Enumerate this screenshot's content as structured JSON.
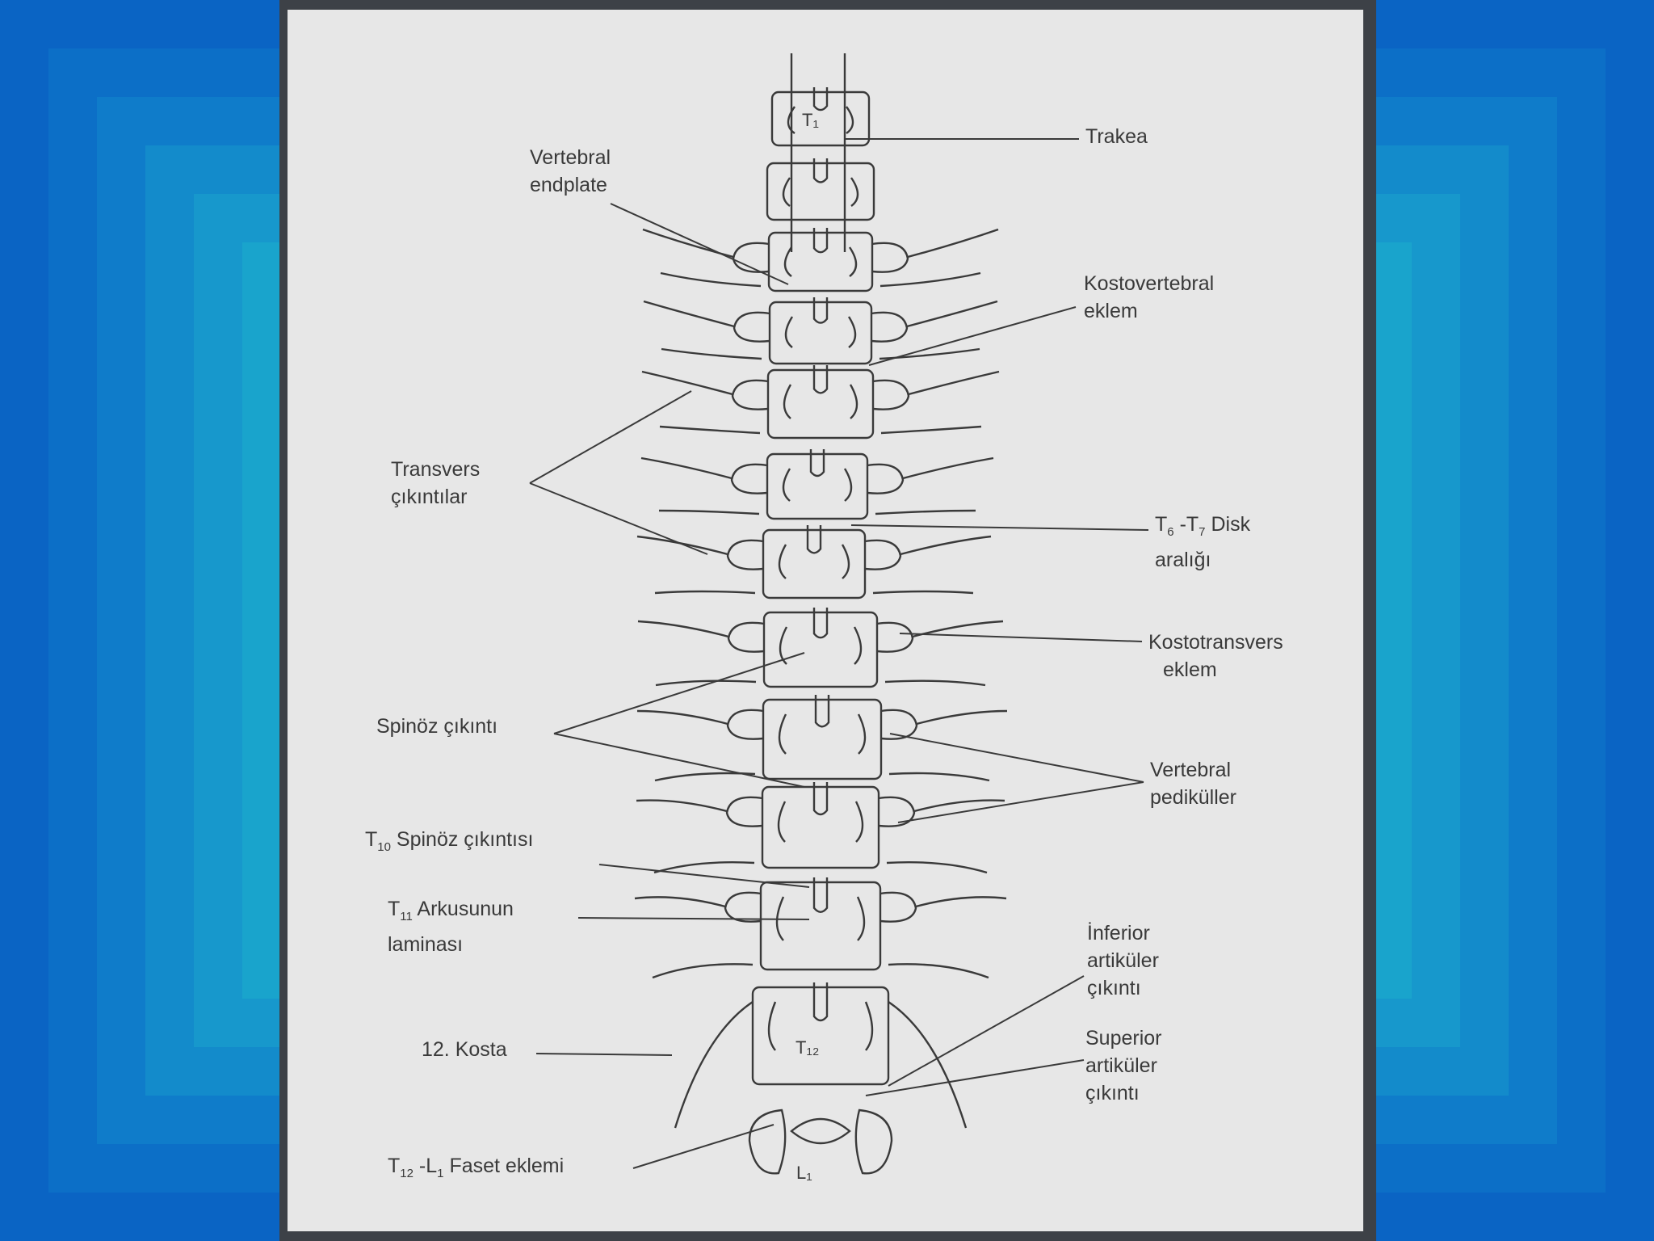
{
  "background": {
    "outer": "#0a64c4",
    "inner": "#19a4cc",
    "slide_frame": "#3d4147",
    "paper": "#e7e7e7",
    "ink": "#3a3a3a"
  },
  "vertebra_labels": {
    "top": "T₁",
    "t12": "T₁₂",
    "l1": "L₁"
  },
  "labels": {
    "trakea": "Trakea",
    "vertebral_endplate": [
      "Vertebral",
      "endplate"
    ],
    "kostovertebral_eklem": [
      "Kostovertebral",
      "eklem"
    ],
    "transvers_cikintilar": [
      "Transvers",
      "çıkıntılar"
    ],
    "disk_araligi": {
      "prefix": "T",
      "sub1": "6",
      "mid": " -T",
      "sub2": "7",
      "suffix": " Disk",
      "line2": "aralığı"
    },
    "kostotransvers_eklem": [
      "Kostotransvers",
      "eklem"
    ],
    "spinoz_cikinti": "Spinöz çıkıntı",
    "vertebral_pedikuller": [
      "Vertebral",
      "pediküller"
    ],
    "t10_spinoz": {
      "prefix": "T",
      "sub": "10",
      "text": " Spinöz çıkıntısı"
    },
    "t11_arkus": {
      "prefix": "T",
      "sub": "11",
      "text": " Arkusunun",
      "line2": "laminası"
    },
    "inferior_artikuler": [
      "İnferior",
      "artiküler",
      "çıkıntı"
    ],
    "kosta_12": "12. Kosta",
    "superior_artikuler": [
      "Superior",
      "artiküler",
      "çıkıntı"
    ],
    "faset_eklemi": {
      "prefix": "T",
      "sub1": "12",
      "mid": " -L",
      "sub2": "1",
      "text": " Faset eklemi"
    }
  }
}
